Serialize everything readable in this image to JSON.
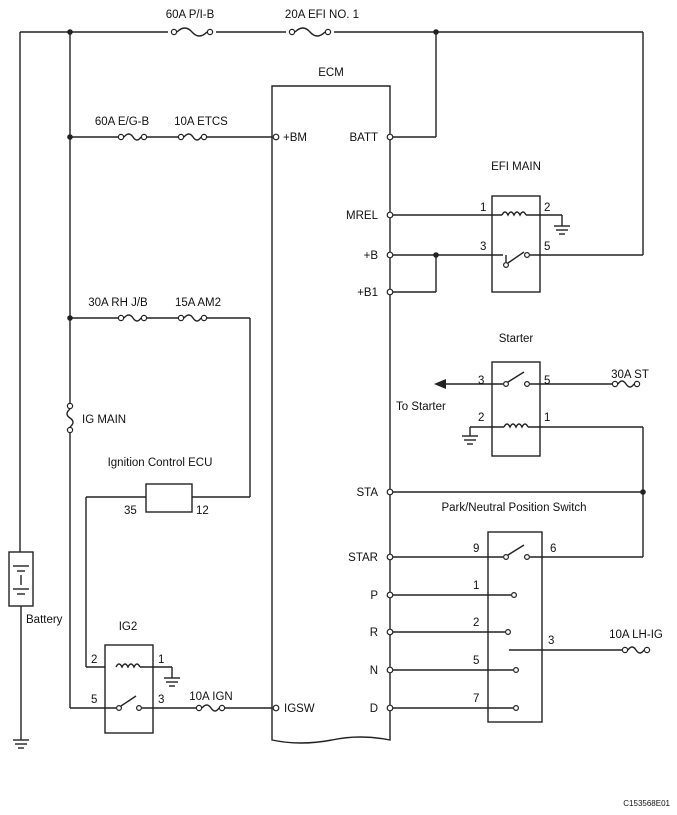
{
  "ecm": {
    "title": "ECM",
    "pins": {
      "bm": "+BM",
      "batt": "BATT",
      "mrel": "MREL",
      "b": "+B",
      "b1": "+B1",
      "sta": "STA",
      "star": "STAR",
      "p": "P",
      "r": "R",
      "n": "N",
      "d": "D",
      "igsw": "IGSW"
    }
  },
  "fuses": {
    "p_ib": "60A P/I-B",
    "efi_no1": "20A EFI NO. 1",
    "e_gb": "60A E/G-B",
    "etcs": "10A ETCS",
    "rh_jb": "30A RH J/B",
    "am2": "15A AM2",
    "ign": "10A IGN",
    "st": "30A ST",
    "lh_ig": "10A  LH-IG"
  },
  "components": {
    "efi_main": "EFI MAIN",
    "starter": "Starter",
    "to_starter": "To Starter",
    "pnp_switch": "Park/Neutral Position Switch",
    "ig_main": "IG MAIN",
    "ignition_ecu": "Ignition Control ECU",
    "ig2": "IG2",
    "battery": "Battery"
  },
  "pin_numbers": {
    "efi_1": "1",
    "efi_2": "2",
    "efi_3": "3",
    "efi_5": "5",
    "st_3": "3",
    "st_5": "5",
    "st_2": "2",
    "st_1": "1",
    "pnp_9": "9",
    "pnp_6": "6",
    "pnp_1": "1",
    "pnp_2": "2",
    "pnp_5": "5",
    "pnp_3": "3",
    "pnp_7": "7",
    "ecu_35": "35",
    "ecu_12": "12",
    "ig2_2": "2",
    "ig2_1": "1",
    "ig2_5": "5",
    "ig2_3": "3"
  },
  "figure_code": "C153568E01"
}
